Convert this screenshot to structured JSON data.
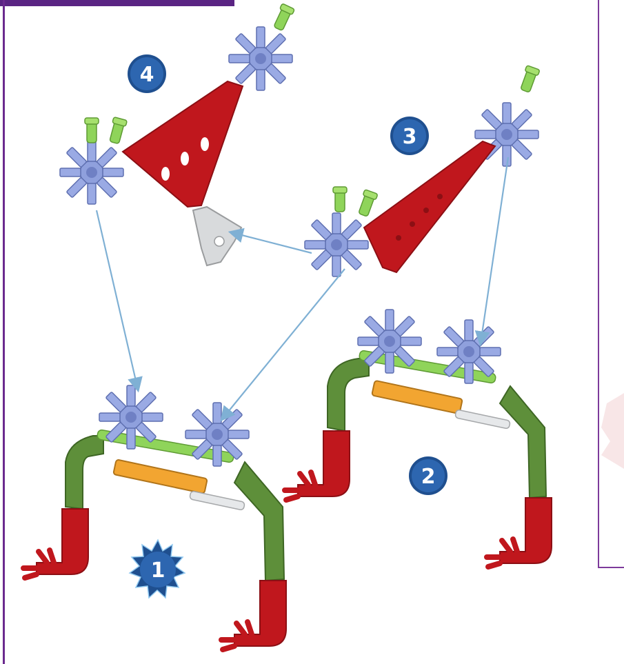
{
  "steps": [
    {
      "number": "1",
      "style": "starburst"
    },
    {
      "number": "2",
      "style": "circle"
    },
    {
      "number": "3",
      "style": "circle"
    },
    {
      "number": "4",
      "style": "circle"
    }
  ],
  "colors": {
    "frame": "#6a2a8e",
    "badge": "#1f4f8f",
    "connector_blue": "#8fa0dd",
    "rod_green": "#8fd45a",
    "connector_green": "#5e8f3a",
    "rod_red": "#c0171d",
    "rod_orange": "#f2a531",
    "rod_white": "#e6e8ea",
    "clip_grey": "#d8dadc",
    "arrow": "#7fb0d4"
  }
}
